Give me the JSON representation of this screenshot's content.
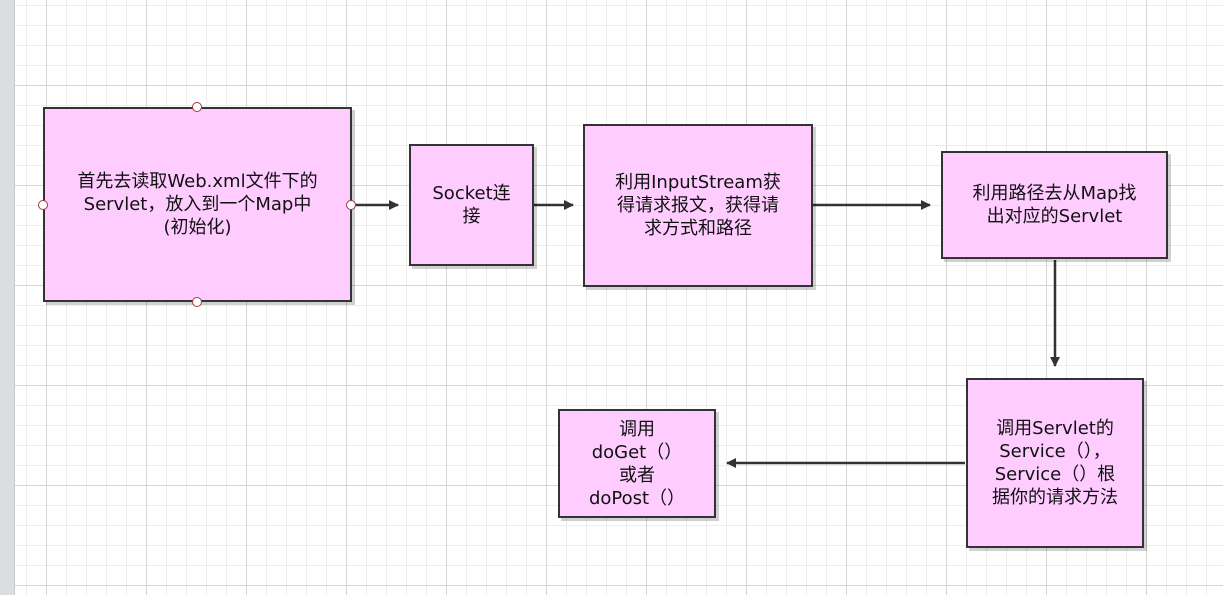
{
  "diagram": {
    "nodes": [
      {
        "id": "init",
        "text": "首先去读取Web.xml文件下的\nServlet，放入到一个Map中\n(初始化)"
      },
      {
        "id": "socket",
        "text": "Socket连\n接"
      },
      {
        "id": "inputstream",
        "text": "利用InputStream获\n得请求报文，获得请\n求方式和路径"
      },
      {
        "id": "map-lookup",
        "text": "利用路径去从Map找\n出对应的Servlet"
      },
      {
        "id": "service",
        "text": "调用Servlet的\nService（），\nService（）根\n据你的请求方法"
      },
      {
        "id": "doget-dopost",
        "text": "调用\ndoGet（）\n或者\ndoPost（）"
      }
    ],
    "edges": [
      {
        "from": "init",
        "to": "socket"
      },
      {
        "from": "socket",
        "to": "inputstream"
      },
      {
        "from": "inputstream",
        "to": "map-lookup"
      },
      {
        "from": "map-lookup",
        "to": "service"
      },
      {
        "from": "service",
        "to": "doget-dopost"
      }
    ]
  },
  "colors": {
    "node_fill": "#ffccff",
    "node_border": "#333333",
    "arrow": "#333333",
    "selection_handle": "#a33a3a"
  }
}
